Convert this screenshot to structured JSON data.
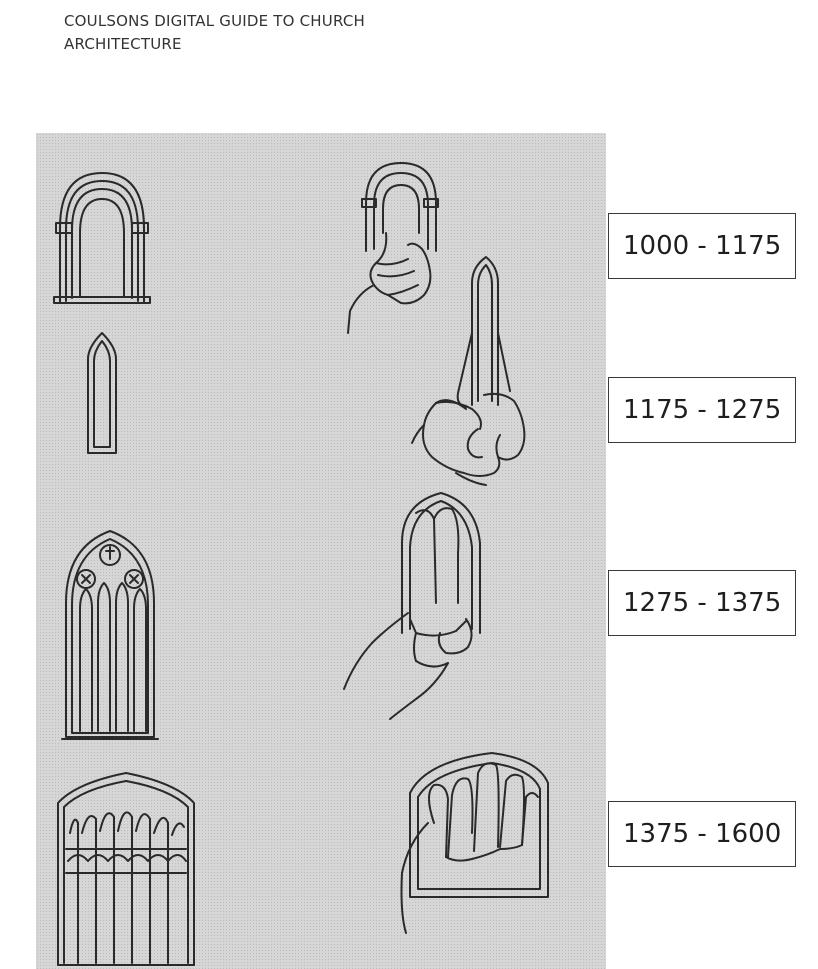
{
  "header": {
    "title_line1": "COULSONS DIGITAL GUIDE TO CHURCH",
    "title_line2": "ARCHITECTURE"
  },
  "periods": [
    {
      "label": "1000 - 1175",
      "style": "Norman round-arch window"
    },
    {
      "label": "1175 - 1275",
      "style": "Early English lancet window"
    },
    {
      "label": "1275 - 1375",
      "style": "Decorated tracery window"
    },
    {
      "label": "1375 - 1600",
      "style": "Perpendicular window"
    }
  ],
  "colors": {
    "panel": "#d6d6d6",
    "ink": "#2a2a2a",
    "box_border": "#3a3a3a"
  }
}
